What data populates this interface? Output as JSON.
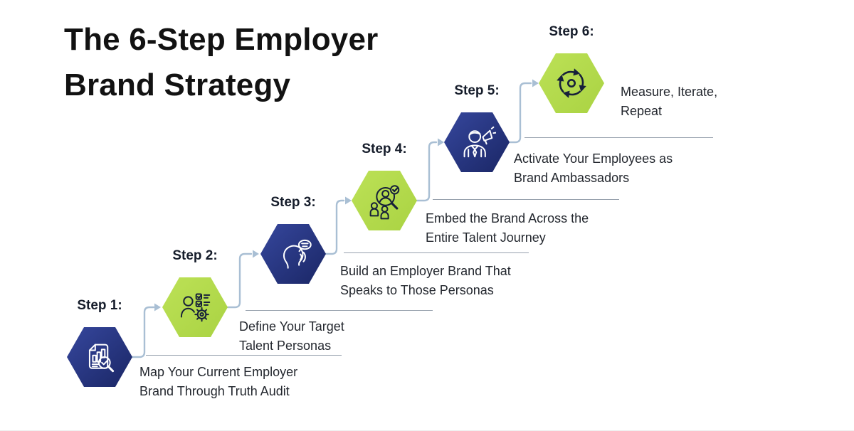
{
  "title": {
    "lines": [
      "The 6-Step Employer",
      "Brand Strategy"
    ]
  },
  "steps": [
    {
      "label": "Step 1:",
      "icon": "audit-report-icon",
      "hex_color": "navy",
      "description": "Map Your Current Employer Brand Through Truth Audit",
      "desc_lines": [
        "Map Your Current Employer",
        "Brand Through Truth Audit"
      ]
    },
    {
      "label": "Step 2:",
      "icon": "target-personas-icon",
      "hex_color": "green",
      "description": "Define Your Target Talent Personas",
      "desc_lines": [
        "Define Your Target",
        "Talent Personas"
      ]
    },
    {
      "label": "Step 3:",
      "icon": "speaking-head-icon",
      "hex_color": "navy",
      "description": "Build an Employer Brand That Speaks to Those Personas",
      "desc_lines": [
        "Build an Employer Brand That",
        "Speaks to Those Personas"
      ]
    },
    {
      "label": "Step 4:",
      "icon": "talent-journey-search-icon",
      "hex_color": "green",
      "description": "Embed the Brand Across the Entire Talent Journey",
      "desc_lines": [
        "Embed the Brand Across the",
        "Entire Talent Journey"
      ]
    },
    {
      "label": "Step 5:",
      "icon": "brand-ambassador-megaphone-icon",
      "hex_color": "navy",
      "description": "Activate Your Employees as Brand Ambassadors",
      "desc_lines": [
        "Activate Your Employees as",
        "Brand Ambassadors"
      ]
    },
    {
      "label": "Step 6:",
      "icon": "measure-iterate-cycle-icon",
      "hex_color": "green",
      "description": "Measure, Iterate, Repeat",
      "desc_lines": [
        "Measure, Iterate,",
        "Repeat"
      ]
    }
  ],
  "colors": {
    "hex_navy_start": "#36479d",
    "hex_navy_end": "#1a2665",
    "hex_green_start": "#bce156",
    "hex_green_end": "#aad343",
    "connector": "#a9bfd4",
    "divider": "#98a2ae",
    "step_label": "#161d2b",
    "description": "#23272e",
    "title": "#121212",
    "icon_on_navy": "#ffffff",
    "icon_on_green": "#17203a",
    "background": "#ffffff"
  }
}
